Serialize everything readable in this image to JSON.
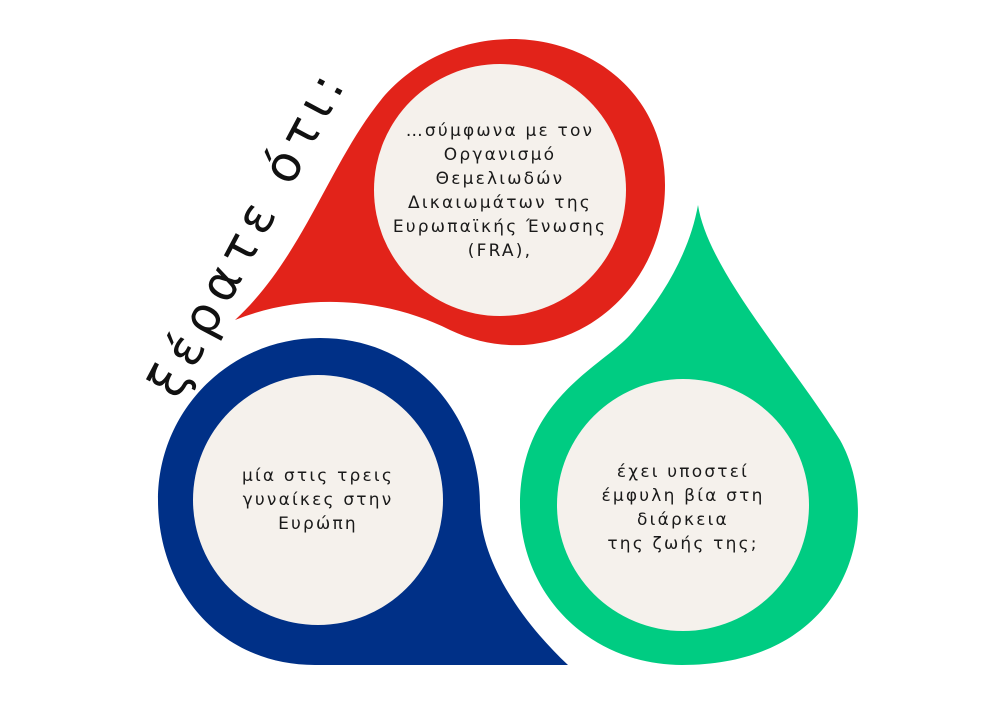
{
  "heading": "ξέρατε ότι:",
  "colors": {
    "red": "#e2231a",
    "blue": "#003087",
    "green": "#00cc82",
    "circle_fill": "#f5f1ec"
  },
  "drops": {
    "red": {
      "lines": [
        "…σύμφωνα με τον",
        "Οργανισμό",
        "Θεμελιωδών",
        "Δικαιωμάτων της",
        "Ευρωπαϊκής Ένωσης",
        "(FRA),"
      ]
    },
    "blue": {
      "lines": [
        "μία στις τρεις",
        "γυναίκες στην",
        "Ευρώπη"
      ]
    },
    "green": {
      "lines": [
        "έχει υποστεί",
        "έμφυλη βία στη",
        "διάρκεια",
        "της ζωής της;"
      ]
    }
  }
}
